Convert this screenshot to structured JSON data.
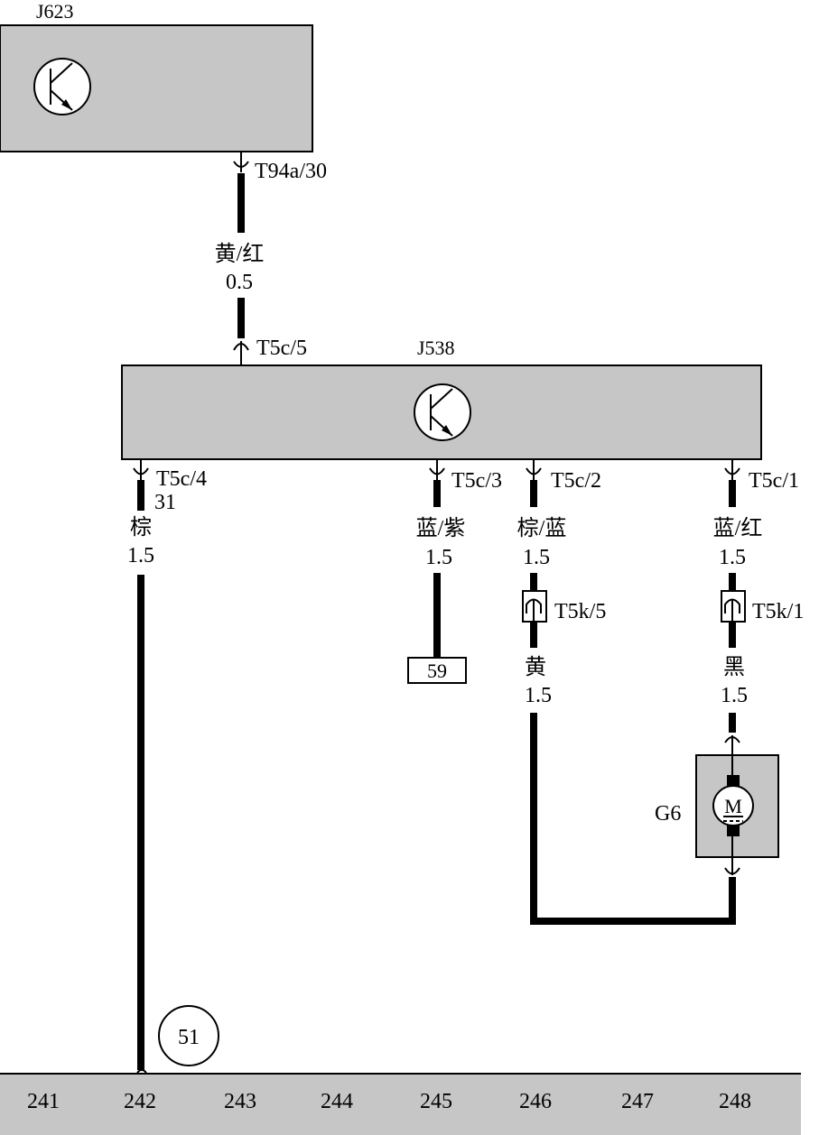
{
  "components": {
    "j623": {
      "label": "J623"
    },
    "j538": {
      "label": "J538"
    },
    "g6": {
      "label": "G6",
      "motor_symbol": "M"
    },
    "terminal_59": {
      "label": "59"
    },
    "ground_point": {
      "label": "51"
    }
  },
  "connectors": {
    "t94a_30": "T94a/30",
    "t5c_5": "T5c/5",
    "t5c_4": "T5c/4",
    "t5c_3": "T5c/3",
    "t5c_2": "T5c/2",
    "t5c_1": "T5c/1",
    "t5k_5": "T5k/5",
    "t5k_1": "T5k/1"
  },
  "wires": {
    "j623_j538": {
      "color": "黄/红",
      "size": "0.5"
    },
    "t5c_4": {
      "extra": "31",
      "color": "棕",
      "size": "1.5"
    },
    "t5c_3": {
      "color": "蓝/紫",
      "size": "1.5"
    },
    "t5c_2_upper": {
      "color": "棕/蓝",
      "size": "1.5"
    },
    "t5c_2_lower": {
      "color": "黄",
      "size": "1.5"
    },
    "t5c_1_upper": {
      "color": "蓝/红",
      "size": "1.5"
    },
    "t5c_1_lower": {
      "color": "黑",
      "size": "1.5"
    }
  },
  "grid": {
    "columns": [
      "241",
      "242",
      "243",
      "244",
      "245",
      "246",
      "247",
      "248"
    ]
  },
  "colors": {
    "box_fill": "#c6c6c6",
    "bottom_bar": "#c6c6c6",
    "wire": "#000000"
  }
}
